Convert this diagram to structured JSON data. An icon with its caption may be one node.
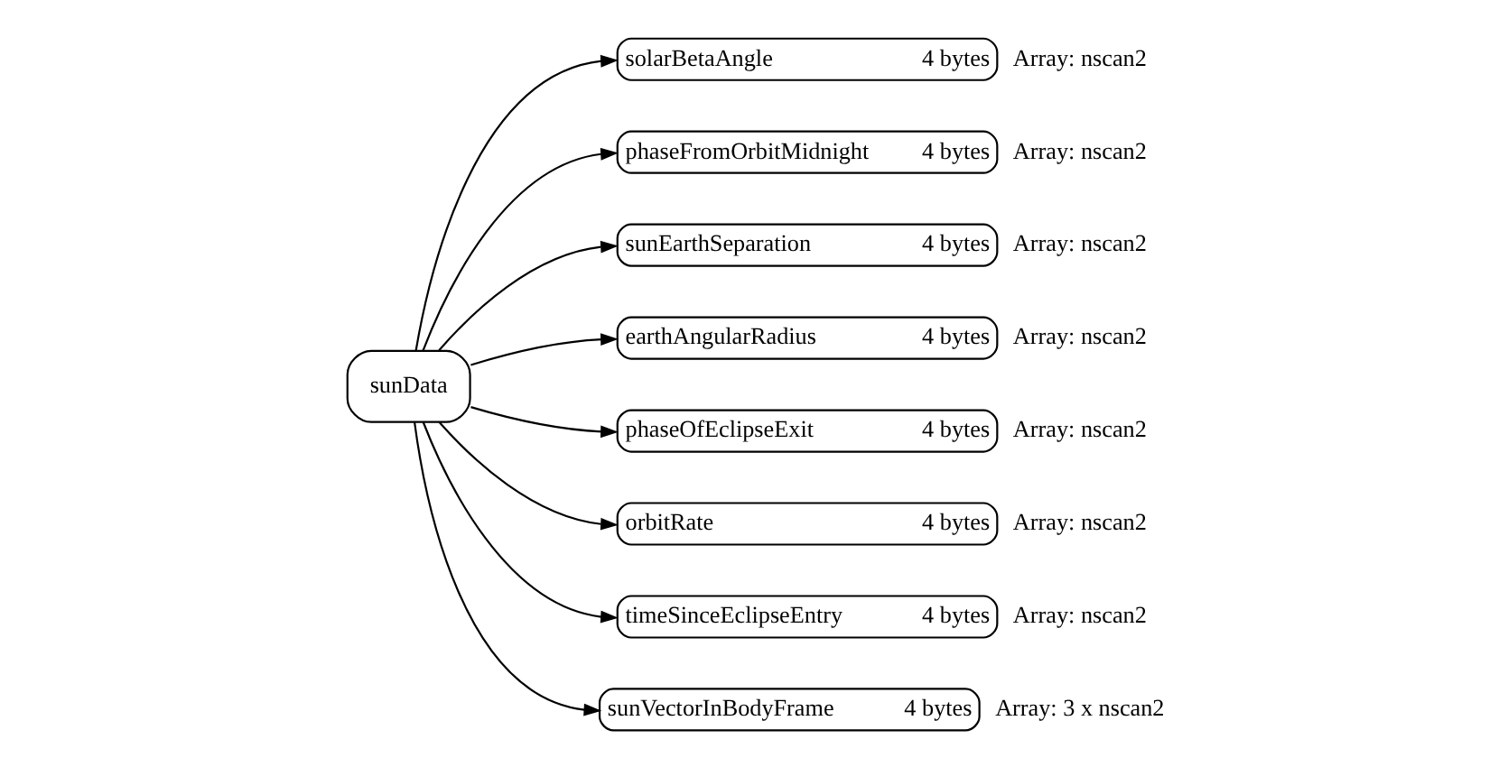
{
  "diagram": {
    "nodes": [
      {
        "text": [
          "sunData"
        ]
      },
      {
        "text": [
          "solarBetaAngle",
          "4 bytes"
        ],
        "beside": [
          "Array: nscan2"
        ]
      },
      {
        "text": [
          "phaseFromOrbitMidnight",
          "4 bytes"
        ],
        "beside": [
          "Array: nscan2"
        ]
      },
      {
        "text": [
          "sunEarthSeparation",
          "4 bytes"
        ],
        "beside": [
          "Array: nscan2"
        ]
      },
      {
        "text": [
          "earthAngularRadius",
          "4 bytes"
        ],
        "beside": [
          "Array: nscan2"
        ]
      },
      {
        "text": [
          "phaseOfEclipseExit",
          "4 bytes"
        ],
        "beside": [
          "Array: nscan2"
        ]
      },
      {
        "text": [
          "orbitRate",
          "4 bytes"
        ],
        "beside": [
          "Array: nscan2"
        ]
      },
      {
        "text": [
          "timeSinceEclipseEntry",
          "4 bytes"
        ],
        "beside": [
          "Array: nscan2"
        ]
      },
      {
        "text": [
          "sunVectorInBodyFrame",
          "4 bytes"
        ],
        "beside": [
          "Array: 3 x nscan2"
        ]
      }
    ],
    "edges": [
      {
        "from": 0,
        "to": 1,
        "arrow": "to"
      },
      {
        "from": 0,
        "to": 2,
        "arrow": "to"
      },
      {
        "from": 0,
        "to": 3,
        "arrow": "to"
      },
      {
        "from": 0,
        "to": 4,
        "arrow": "to"
      },
      {
        "from": 0,
        "to": 5,
        "arrow": "to"
      },
      {
        "from": 0,
        "to": 6,
        "arrow": "to"
      },
      {
        "from": 0,
        "to": 7,
        "arrow": "to"
      },
      {
        "from": 0,
        "to": 8,
        "arrow": "to"
      }
    ]
  }
}
